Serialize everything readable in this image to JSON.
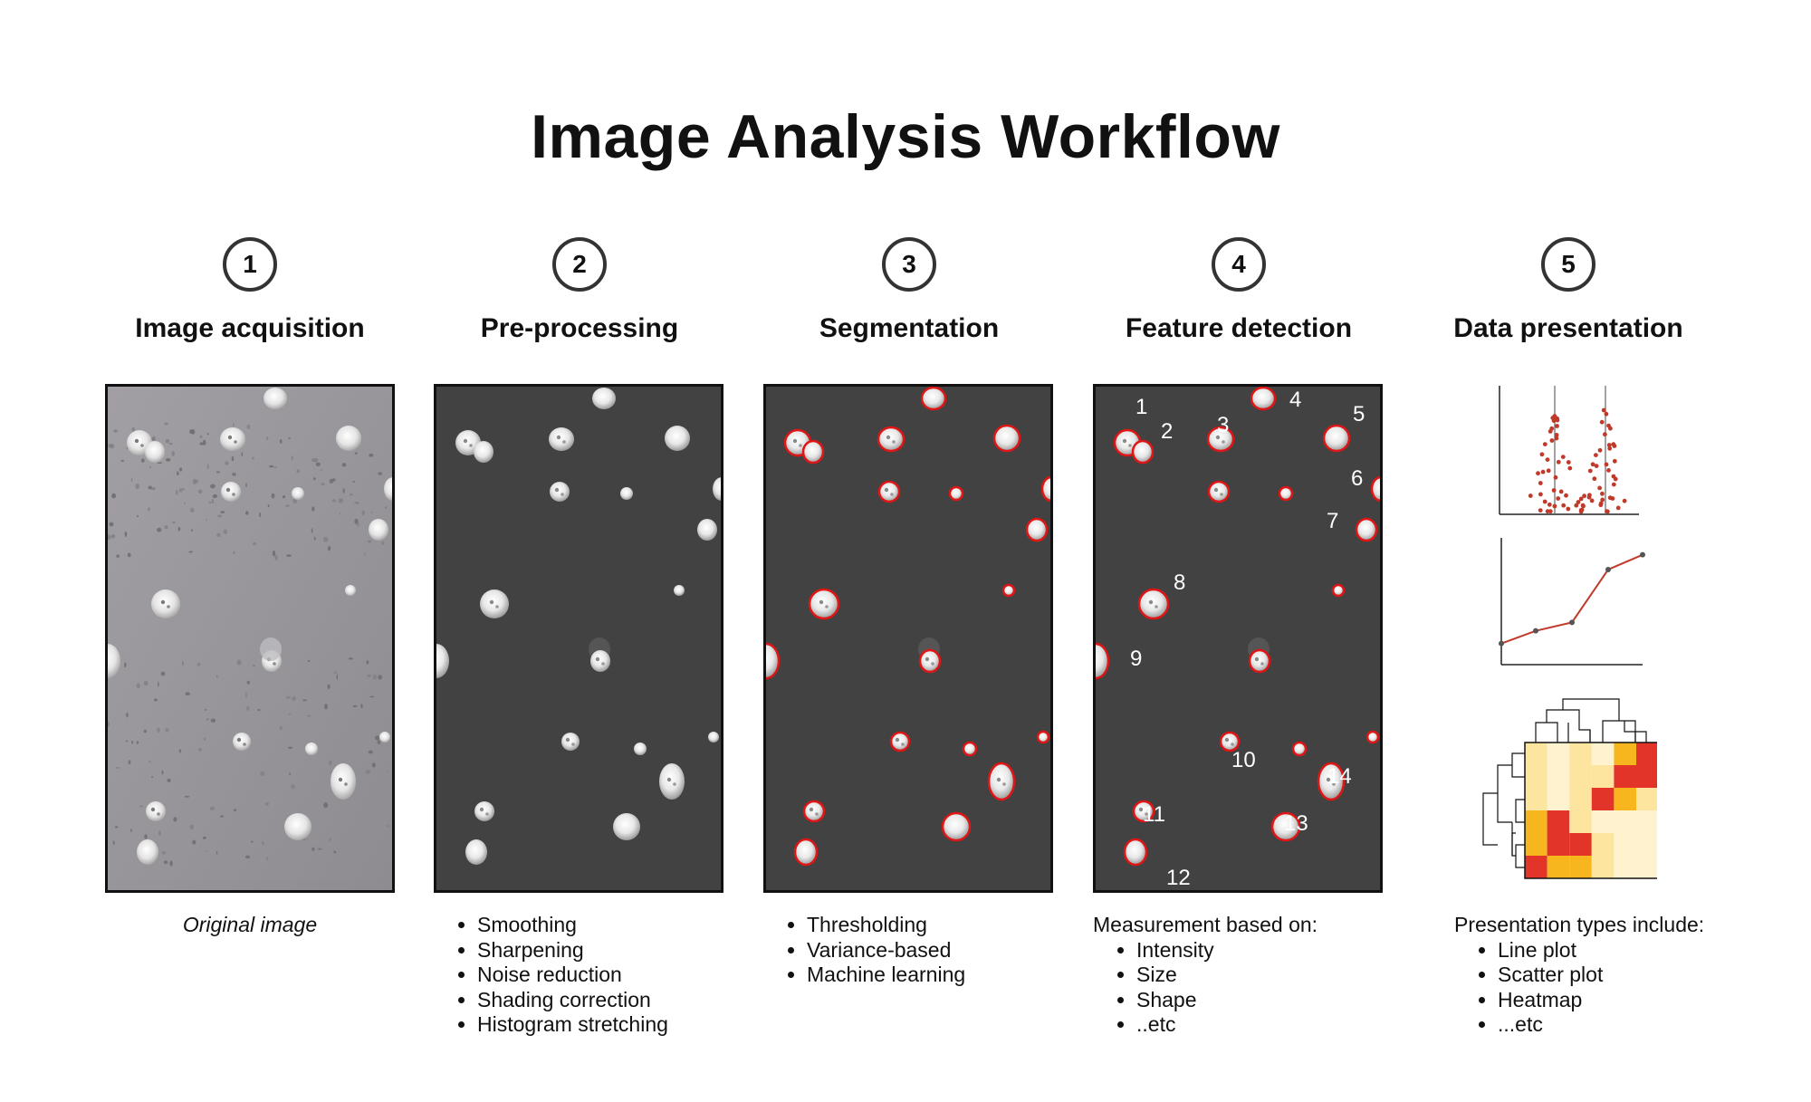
{
  "title": "Image Analysis Workflow",
  "steps": [
    {
      "number": "1",
      "title": "Image acquisition",
      "caption": "Original image"
    },
    {
      "number": "2",
      "title": "Pre-processing",
      "items": [
        "Smoothing",
        "Sharpening",
        "Noise reduction",
        "Shading correction",
        "Histogram stretching"
      ]
    },
    {
      "number": "3",
      "title": "Segmentation",
      "items": [
        "Thresholding",
        "Variance-based",
        "Machine learning"
      ]
    },
    {
      "number": "4",
      "title": "Feature detection",
      "intro": "Measurement based on:",
      "items": [
        "Intensity",
        "Size",
        "Shape",
        "..etc"
      ],
      "labels": [
        "1",
        "2",
        "3",
        "4",
        "5",
        "6",
        "7",
        "8",
        "9",
        "10",
        "11",
        "12",
        "13",
        "14"
      ]
    },
    {
      "number": "5",
      "title": "Data presentation",
      "intro": "Presentation types include:",
      "items": [
        "Line plot",
        "Scatter plot",
        "Heatmap",
        "...etc"
      ]
    }
  ],
  "colors": {
    "panel_dark": "#424242",
    "panel_gray": "#9a979c",
    "outline_red": "#e01515",
    "plot_red": "#c0392b",
    "heatmap_low": "#fff3cf",
    "heatmap_mid": "#f7b51e",
    "heatmap_high": "#e3342a"
  },
  "line_plot": {
    "values": [
      1,
      1.6,
      2,
      4.5,
      5.2
    ]
  },
  "heatmap": {
    "matrix": [
      [
        1,
        0,
        1,
        0,
        2,
        3
      ],
      [
        1,
        0,
        1,
        1,
        3,
        3
      ],
      [
        1,
        0,
        1,
        3,
        2,
        1
      ],
      [
        2,
        3,
        1,
        0,
        0,
        0
      ],
      [
        2,
        3,
        3,
        1,
        0,
        0
      ],
      [
        3,
        2,
        2,
        1,
        0,
        0
      ]
    ]
  }
}
